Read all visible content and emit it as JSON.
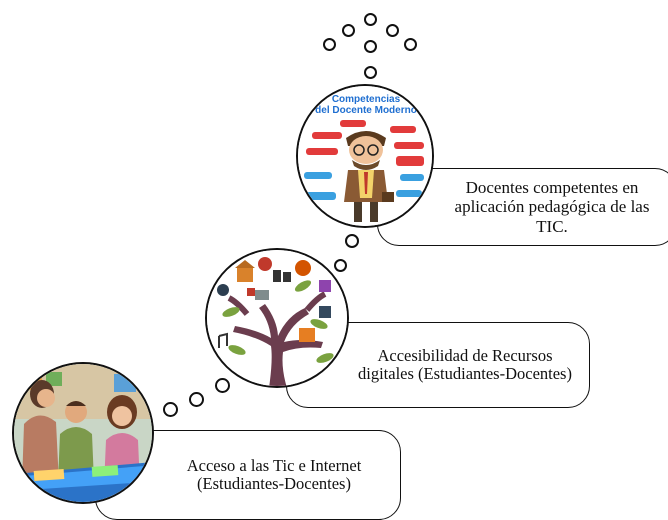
{
  "steps": [
    {
      "text": "Acceso a las Tic e Internet (Estudiantes-Docentes)"
    },
    {
      "text": "Accesibilidad de Recursos digitales (Estudiantes-Docentes)"
    },
    {
      "text": "Docentes competentes en aplicación pedagógica de las TIC."
    }
  ],
  "image_text": {
    "poster_title": "Competencias del Docente Moderno"
  },
  "colors": {
    "outline": "#111111",
    "tree_trunk": "#6b3d4e",
    "leaf_green": "#7aa23f",
    "poster_red": "#e23b3b",
    "poster_blue": "#3aa0e0"
  },
  "icons": [
    "thought-dot",
    "classroom-photo",
    "resource-tree",
    "teacher-poster"
  ]
}
